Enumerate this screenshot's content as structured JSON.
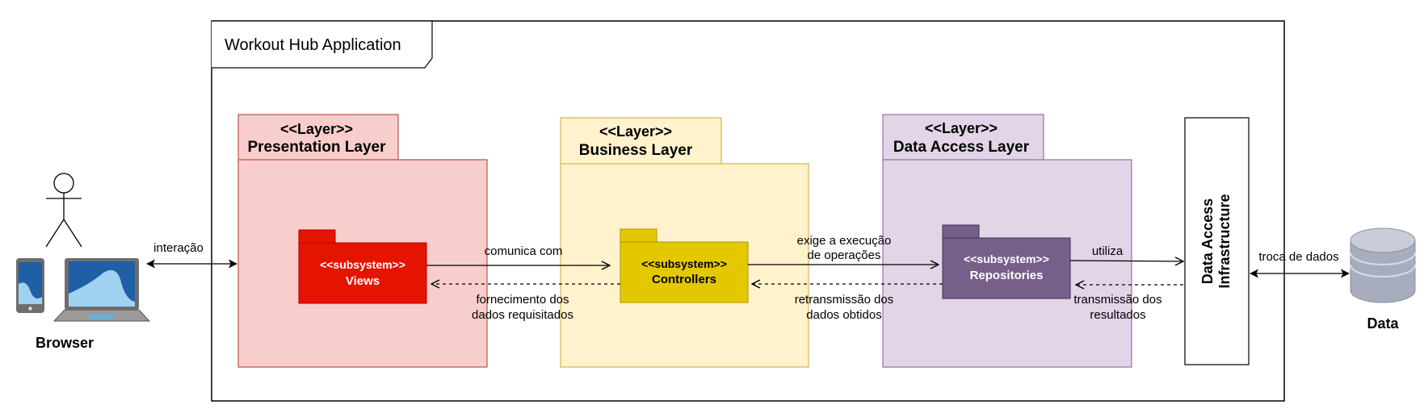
{
  "app_frame": {
    "title": "Workout Hub Application"
  },
  "actors": {
    "browser": {
      "label": "Browser",
      "icons": [
        "user-icon",
        "tablet-icon",
        "laptop-icon"
      ]
    },
    "data": {
      "label": "Data",
      "icon": "database-icon"
    }
  },
  "layers": {
    "presentation": {
      "stereotype": "<<Layer>>",
      "name": "Presentation Layer",
      "fill": "#f8cecc",
      "stroke": "#b85450"
    },
    "business": {
      "stereotype": "<<Layer>>",
      "name": "Business Layer",
      "fill": "#fff2cc",
      "stroke": "#d6b656"
    },
    "data_access": {
      "stereotype": "<<Layer>>",
      "name": "Data Access Layer",
      "fill": "#e1d5e7",
      "stroke": "#9673a6"
    }
  },
  "subsystems": {
    "views": {
      "stereotype": "<<subsystem>>",
      "name": "Views",
      "fill": "#e51400"
    },
    "controllers": {
      "stereotype": "<<subsystem>>",
      "name": "Controllers",
      "fill": "#e3c800"
    },
    "repositories": {
      "stereotype": "<<subsystem>>",
      "name": "Repositories",
      "fill": "#76608a"
    }
  },
  "infrastructure": {
    "line1": "Data Access",
    "line2": "Infrastructure"
  },
  "connectors": {
    "interacao": "interação",
    "comunica": "comunica com",
    "fornecimento_1": "fornecimento dos",
    "fornecimento_2": "dados requisitados",
    "exige_1": "exige a execução",
    "exige_2": "de operações",
    "retransmissao_1": "retransmissão dos",
    "retransmissao_2": "dados obtidos",
    "utiliza": "utiliza",
    "transmissao_1": "transmissão dos",
    "transmissao_2": "resultados",
    "troca": "troca de dados"
  }
}
